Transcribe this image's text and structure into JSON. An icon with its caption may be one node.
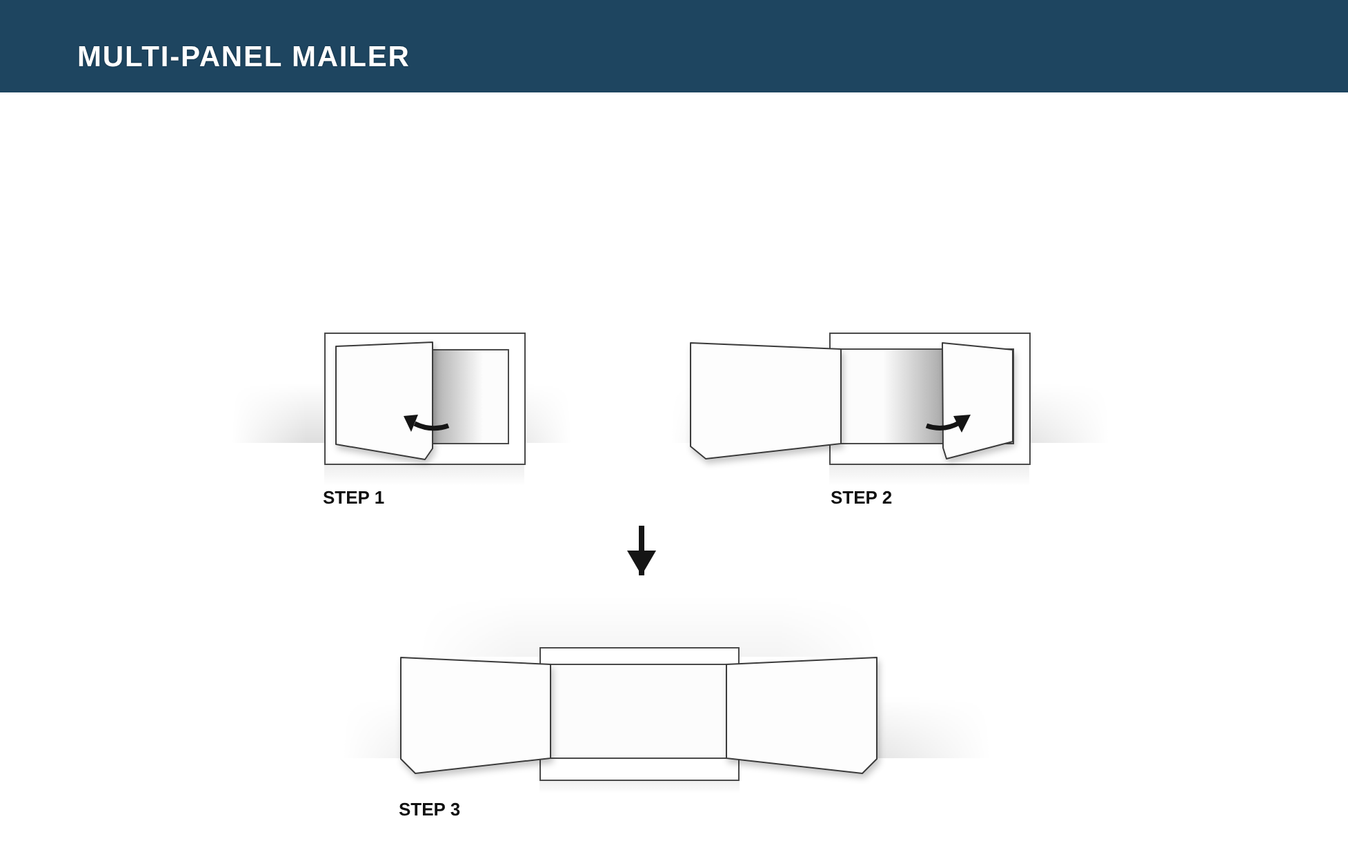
{
  "diagram": {
    "title": "MULTI-PANEL MAILER",
    "nodes": [
      {
        "text": [],
        "shape": "picture",
        "beside": [
          "STEP 1"
        ]
      },
      {
        "text": [],
        "shape": "picture",
        "beside": [
          "STEP 2"
        ]
      },
      {
        "text": [],
        "shape": "picture",
        "beside": [
          "STEP 3"
        ]
      }
    ],
    "edges": [
      {
        "from": null,
        "to": 2,
        "arrow": "to"
      }
    ]
  }
}
